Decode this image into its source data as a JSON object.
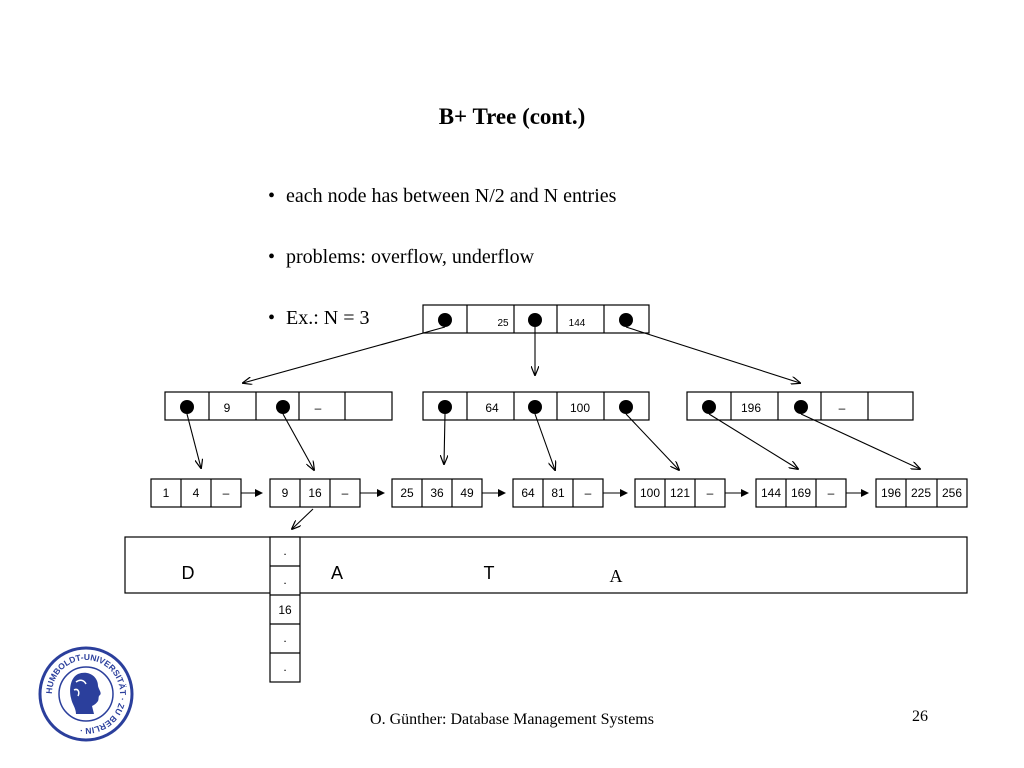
{
  "slide": {
    "title": "B+ Tree (cont.)",
    "bullets": [
      "each node has between N/2 and N entries",
      "problems: overflow, underflow",
      "Ex.: N = 3"
    ],
    "footer": "O. Günther: Database Management Systems",
    "page_number": "26"
  },
  "diagram": {
    "root_keys": [
      "25",
      "144"
    ],
    "internal_nodes": [
      {
        "keys": [
          "9",
          "–"
        ]
      },
      {
        "keys": [
          "64",
          "100"
        ]
      },
      {
        "keys": [
          "196",
          "–"
        ]
      }
    ],
    "leaves": [
      [
        "1",
        "4",
        "–"
      ],
      [
        "9",
        "16",
        "–"
      ],
      [
        "25",
        "36",
        "49"
      ],
      [
        "64",
        "81",
        "–"
      ],
      [
        "100",
        "121",
        "–"
      ],
      [
        "144",
        "169",
        "–"
      ],
      [
        "196",
        "225",
        "256"
      ]
    ],
    "data_label_letters": [
      "D",
      "A",
      "T",
      "A"
    ],
    "data_column": [
      ".",
      ".",
      "16",
      ".",
      "."
    ]
  },
  "logo": {
    "ring_text": "HUMBOLDT-UNIVERSITÄT · ZU BERLIN ·",
    "color": "#2b3f9c"
  }
}
